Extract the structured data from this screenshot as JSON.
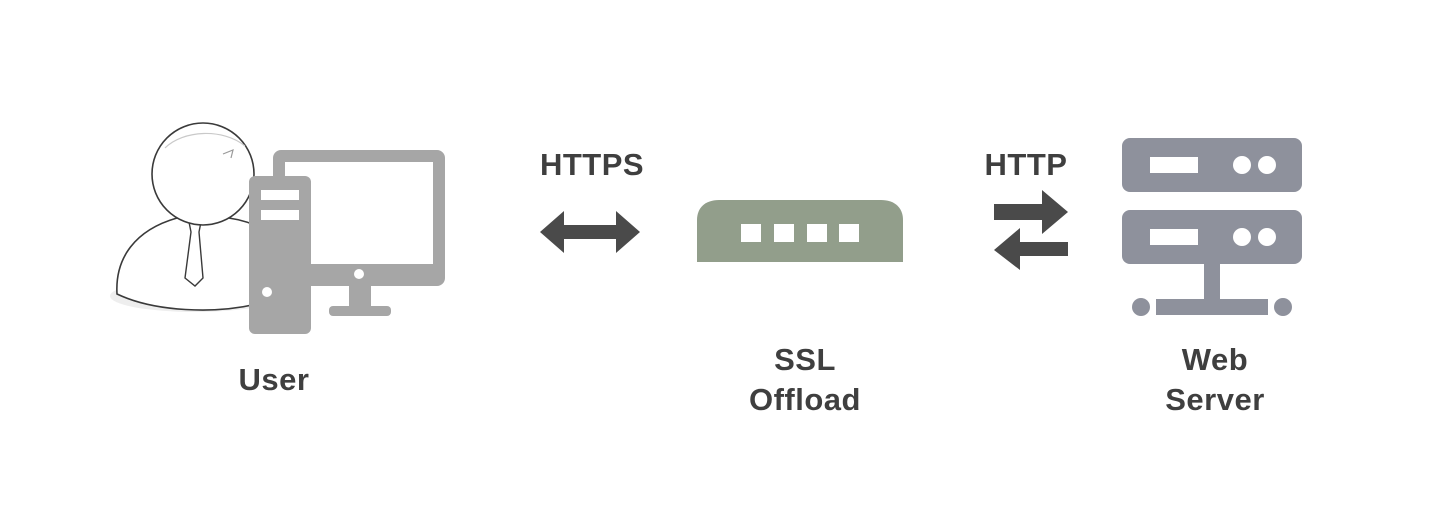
{
  "nodes": {
    "user": {
      "label": "User",
      "icon": "user-computer-icon"
    },
    "ssl_offload": {
      "label_line1": "SSL",
      "label_line2": "Offload",
      "icon": "load-balancer-appliance-icon",
      "color": "#929e8b"
    },
    "web_server": {
      "label_line1": "Web",
      "label_line2": "Server",
      "icon": "server-rack-icon",
      "color": "#8e919c"
    }
  },
  "links": {
    "https": {
      "label": "HTTPS",
      "icon": "bidirectional-arrow-icon"
    },
    "http": {
      "label": "HTTP",
      "icon": "exchange-arrows-icon"
    }
  },
  "colors": {
    "text": "#3f3f3f",
    "arrow": "#4a4a4a",
    "user_gray": "#a6a6a6"
  }
}
